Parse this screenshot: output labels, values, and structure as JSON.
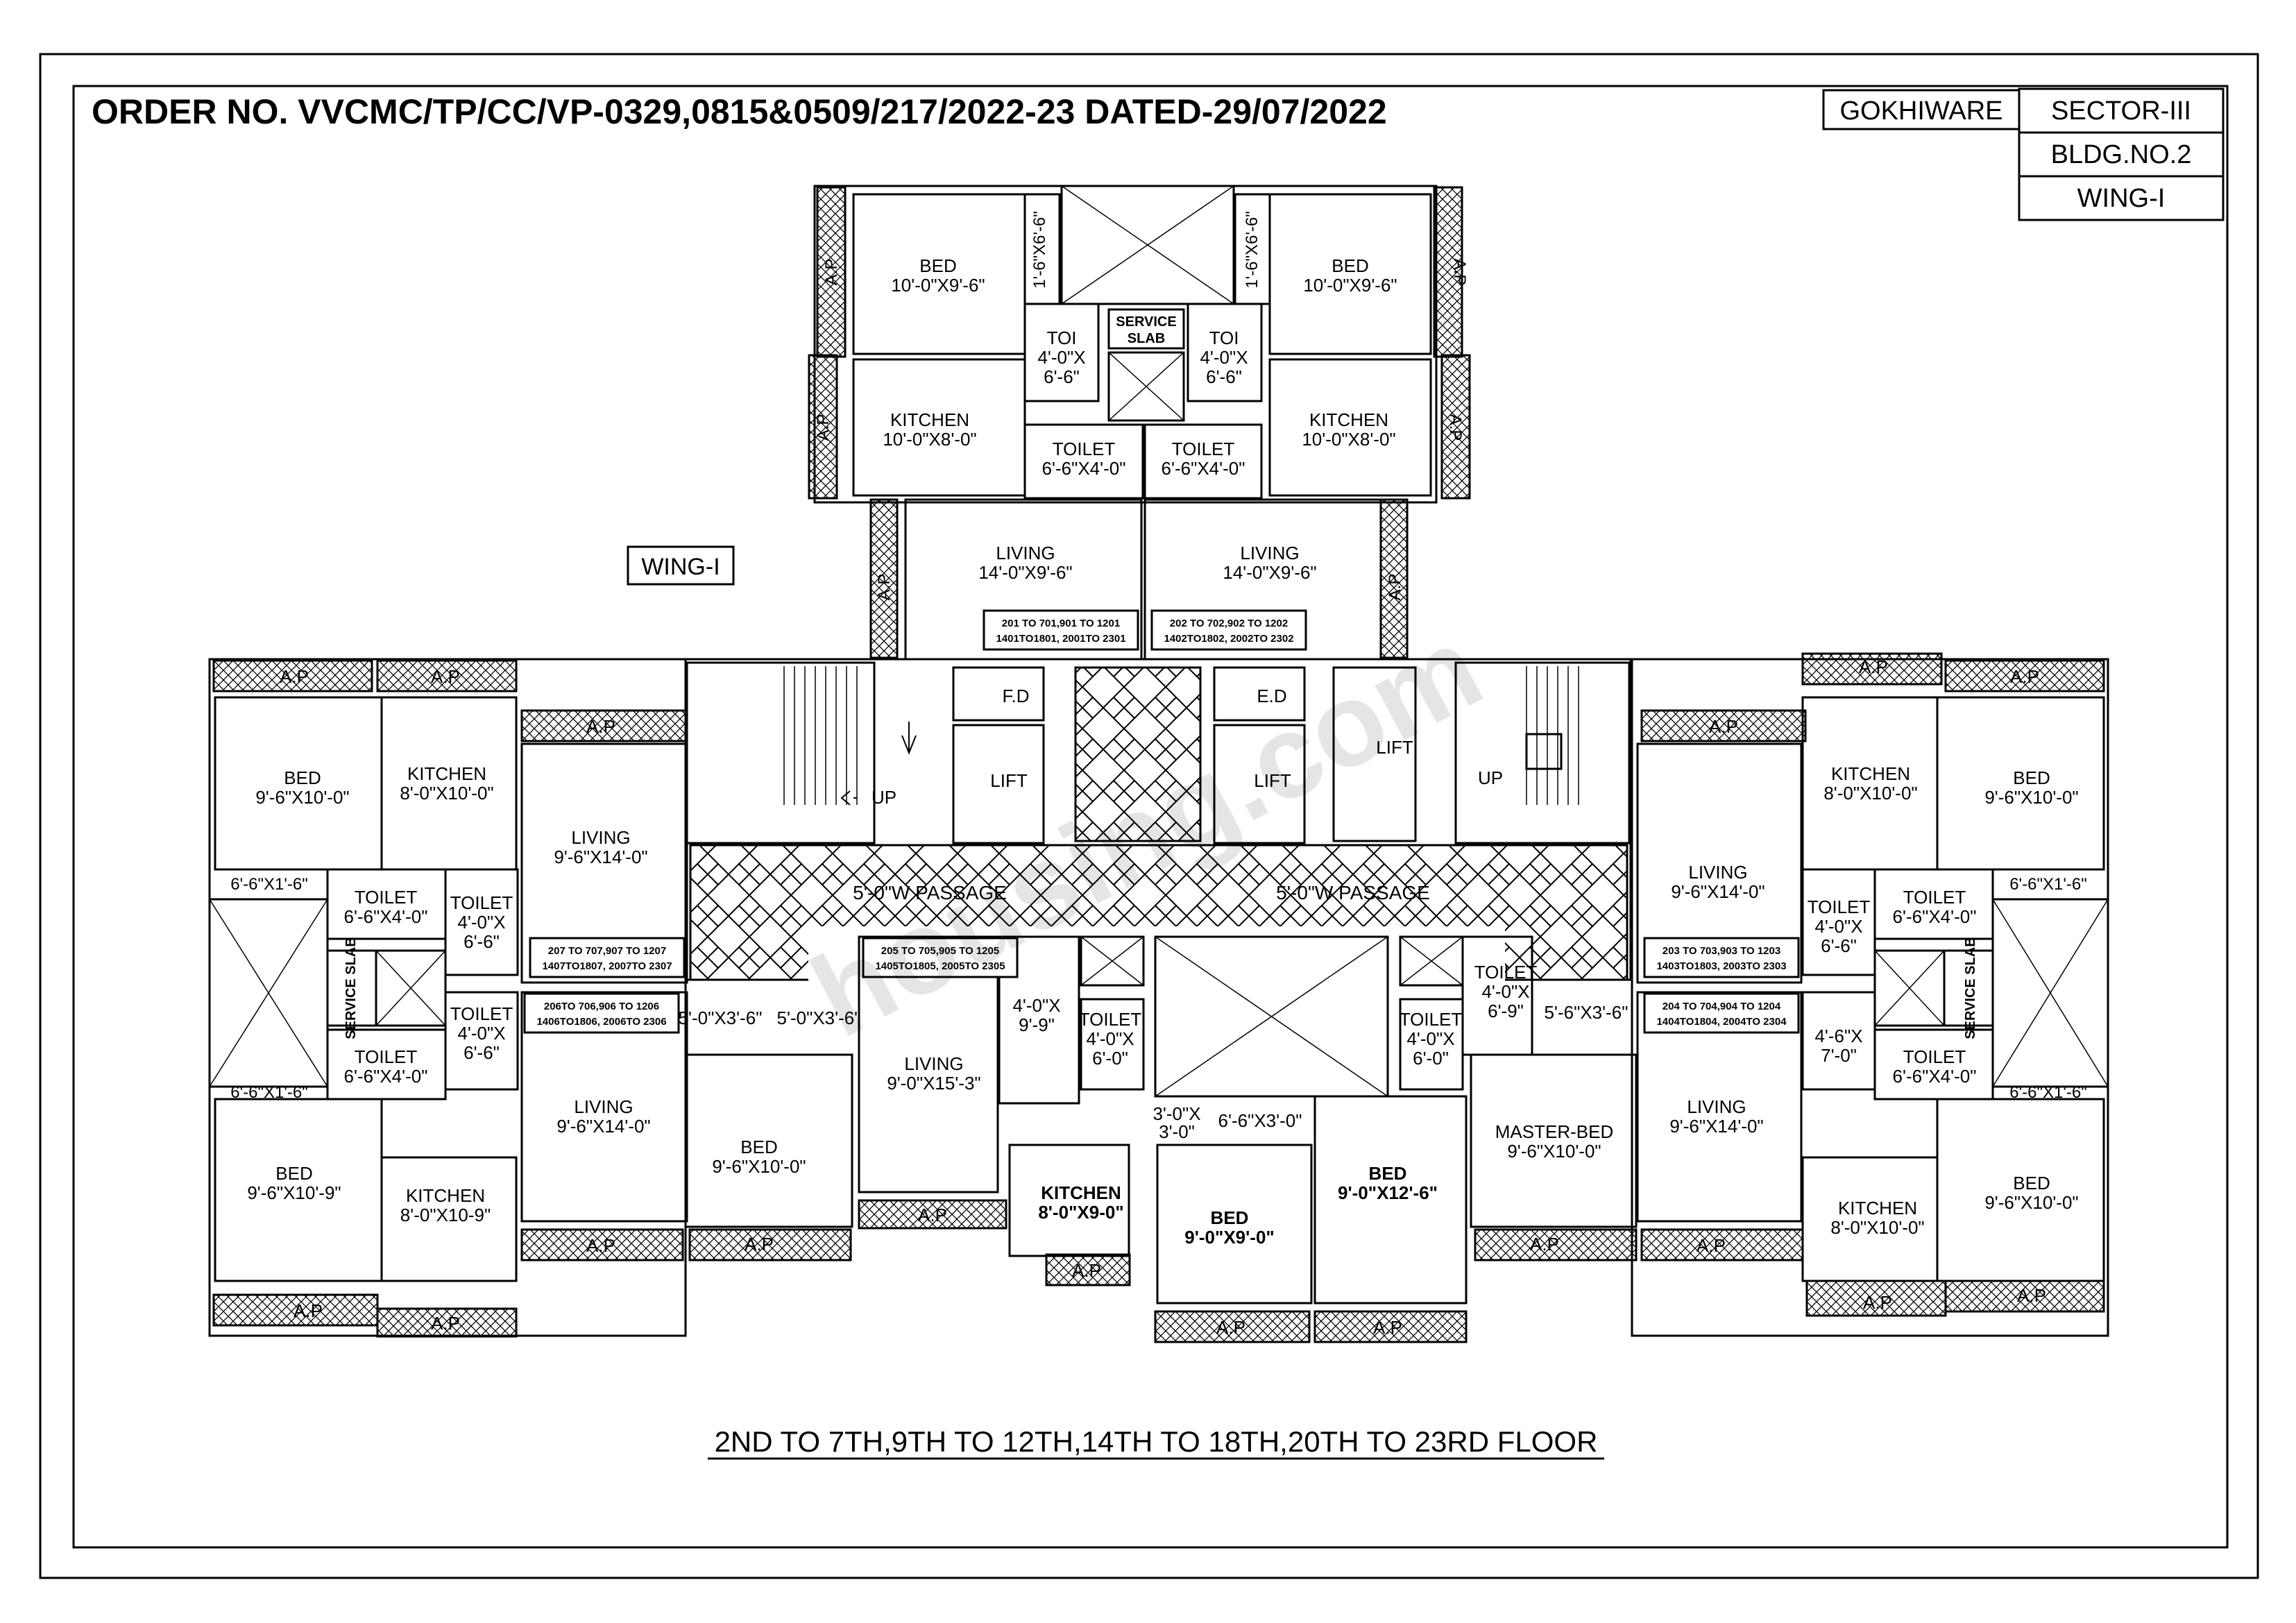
{
  "header": {
    "order_no": "ORDER NO. VVCMC/TP/CC/VP-0329,0815&0509/217/2022-23 DATED-29/07/2022",
    "village": "GOKHIWARE",
    "sector": "SECTOR-III",
    "building": "BLDG.NO.2",
    "wing": "WING-I"
  },
  "wing_tag": "WING-I",
  "floor_caption": "2ND TO 7TH,9TH TO 12TH,14TH TO 18TH,20TH TO 23RD FLOOR",
  "watermark": "housing.com",
  "labels": {
    "ap": "A.P",
    "bed": "BED",
    "kitchen": "KITCHEN",
    "living": "LIVING",
    "toilet": "TOILET",
    "toi": "TOI",
    "lift": "LIFT",
    "up": "UP",
    "fd": "F.D",
    "ed": "E.D",
    "service": "SERVICE",
    "slab": "SLAB",
    "service_slab": "SERVICE SLAB",
    "master_bed": "MASTER-BED",
    "passage": "5'-0\"W PASSAGE"
  },
  "dims": {
    "bed_10x9_6": "10'-0\"X9'-6\"",
    "kitchen_10x8": "10'-0\"X8'-0\"",
    "toi_4x6_6": "4'-0\"X",
    "toi_6_6": "6'-6\"",
    "toilet_6_6x4": "6'-6\"X4'-0\"",
    "duct_1_6x6_6": "1'-6\"X6'-6\"",
    "living_14x9_6": "14'-0\"X9'-6\"",
    "bed_9_6x10": "9'-6\"X10'-0\"",
    "kitchen_8x10": "8'-0\"X10'-0\"",
    "living_9_6x14": "9'-6\"X14'-0\"",
    "ledge_6_6x1_6": "6'-6\"X1'-6\"",
    "toilet_4x": "4'-0\"X",
    "toilet_6_6": "6'-6\"",
    "bed_9_6x10_9": "9'-6\"X10'-9\"",
    "kitchen_8x10_9": "8'-0\"X10-9\"",
    "passage_5x3_6": "5'-0\"X3'-6\"",
    "passage_5_6x3_6": "5'-6\"X3'-6\"",
    "living_9x15_3": "9'-0\"X15'-3\"",
    "dim_4x": "4'-0\"X",
    "dim_9_9": "9'-9\"",
    "dim_6_0": "6'-0\"",
    "dim_6_9": "6'-9\"",
    "dim_4_6x": "4'-6\"X",
    "dim_7_0": "7'-0\"",
    "dim_3x": "3'-0\"X",
    "dim_3_0": "3'-0\"",
    "dim_6_6x3": "6'-6\"X3'-0\"",
    "kitchen_8x9": "8'-0\"X9-0\"",
    "bed_9x9": "9'-0\"X9'-0\"",
    "bed_9x12_6": "9'-0\"X12'-6\"",
    "mbed_9_6x10": "9'-6\"X10'-0\""
  },
  "flat_numbers": {
    "f201_l1": "201 TO 701,901 TO 1201",
    "f201_l2": "1401TO1801, 2001TO 2301",
    "f202_l1": "202 TO 702,902 TO 1202",
    "f202_l2": "1402TO1802, 2002TO 2302",
    "f207_l1": "207 TO 707,907 TO 1207",
    "f207_l2": "1407TO1807, 2007TO 2307",
    "f206_l1": "206TO 706,906 TO 1206",
    "f206_l2": "1406TO1806, 2006TO 2306",
    "f205_l1": "205 TO 705,905 TO 1205",
    "f205_l2": "1405TO1805, 2005TO 2305",
    "f203_l1": "203 TO 703,903 TO 1203",
    "f203_l2": "1403TO1803, 2003TO 2303",
    "f204_l1": "204 TO 704,904 TO 1204",
    "f204_l2": "1404TO1804, 2004TO 2304"
  }
}
